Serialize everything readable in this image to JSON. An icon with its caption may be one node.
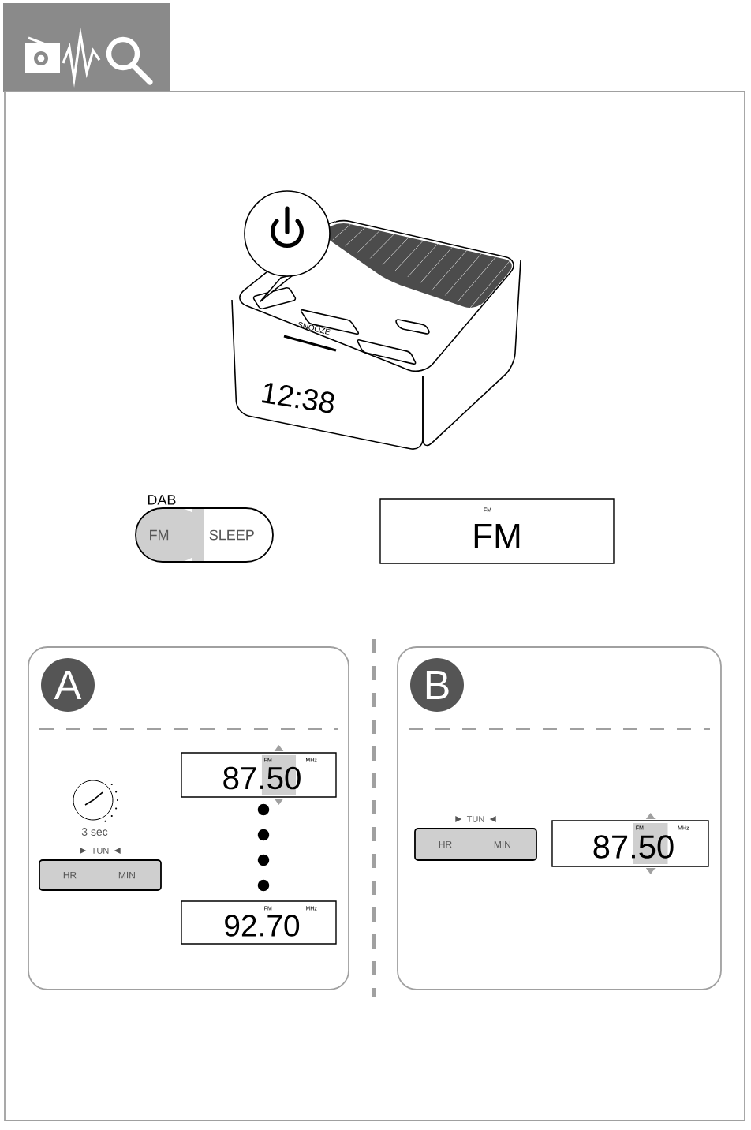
{
  "diagram": {
    "nodes": [
      {
        "text": [
          "DAB",
          "FM",
          "SLEEP"
        ]
      },
      {
        "text": [
          "FM",
          "FM"
        ]
      },
      {
        "text": [
          "A"
        ]
      },
      {
        "text": [
          "FM",
          "MHz",
          "87.50"
        ],
        "in": 2
      },
      {
        "text": [
          "TUN",
          "HR",
          "MIN"
        ],
        "in": 2
      },
      {
        "text": [
          "FM",
          "MHz",
          "92.70"
        ],
        "in": 2
      },
      {
        "text": [
          "B"
        ]
      },
      {
        "text": [
          "TUN",
          "HR",
          "MIN"
        ],
        "in": 6
      },
      {
        "text": [
          "FM",
          "MHz",
          "87.50"
        ],
        "in": 6
      }
    ],
    "labels": [
      "SNOOZE",
      "12:38",
      "3 sec"
    ]
  }
}
